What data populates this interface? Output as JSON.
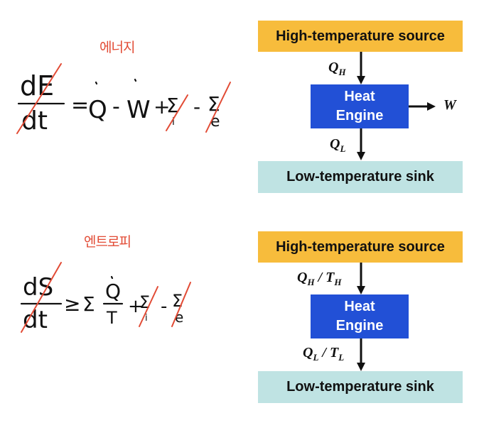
{
  "energy": {
    "title": "에너지",
    "equation_terms": [
      "dE",
      "dt",
      "=",
      "Q",
      "-",
      "W",
      "+",
      "Σ",
      "i",
      "-",
      "Σ",
      "e"
    ]
  },
  "entropy": {
    "title": "엔트로피",
    "equation_terms": [
      "dS",
      "dt",
      "≥",
      "Σ",
      "Q",
      "T",
      "+",
      "Σ",
      "i",
      "-",
      "Σ",
      "e"
    ]
  },
  "engine1": {
    "source": "High-temperature source",
    "engine_line1": "Heat",
    "engine_line2": "Engine",
    "sink": "Low-temperature sink",
    "qh": "Q",
    "qh_sub": "H",
    "ql": "Q",
    "ql_sub": "L",
    "work": "W"
  },
  "engine2": {
    "source": "High-temperature source",
    "engine_line1": "Heat",
    "engine_line2": "Engine",
    "sink": "Low-temperature sink",
    "qh": "Q",
    "qh_sub": "H",
    "th": "T",
    "th_sub": "H",
    "ql": "Q",
    "ql_sub": "L",
    "tl": "T",
    "tl_sub": "L",
    "slash": "/"
  },
  "colors": {
    "source": "#f7bc3c",
    "engine": "#2250d6",
    "sink": "#bfe3e3",
    "handwriting": "#111111",
    "slash_red": "#e24b35"
  }
}
